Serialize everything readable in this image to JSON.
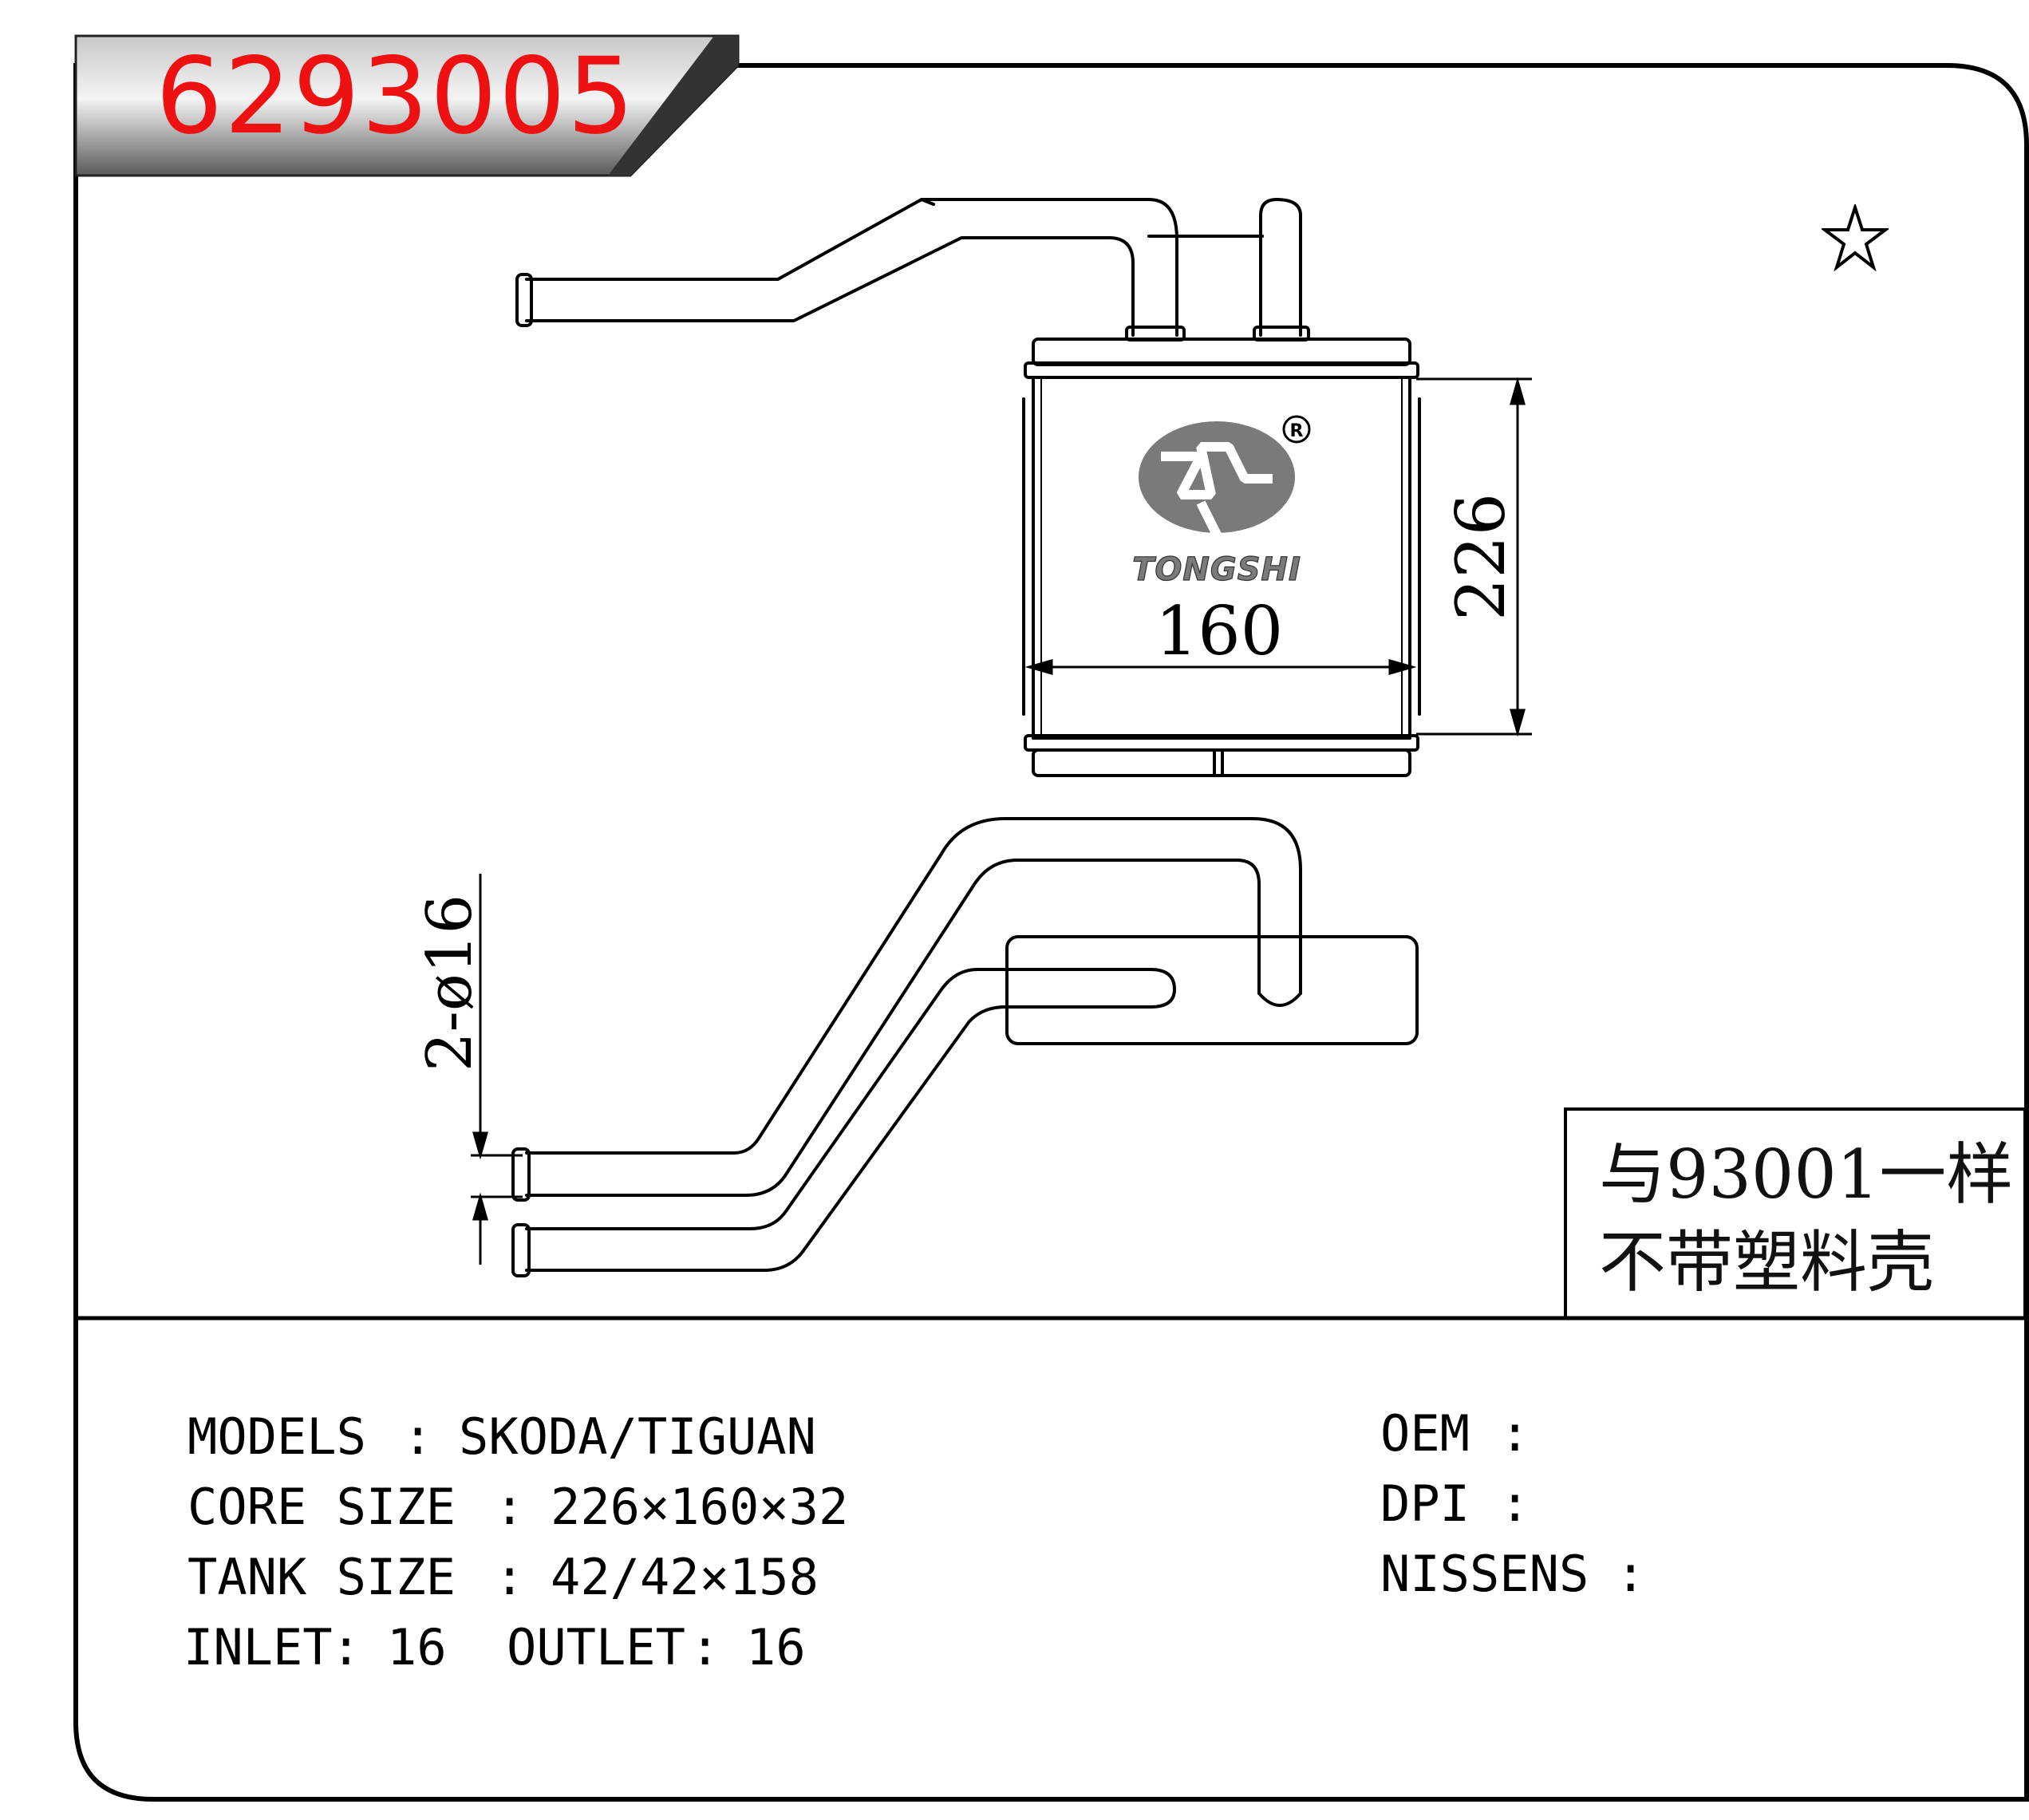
{
  "part_number": "6293005",
  "brand": {
    "name": "TONGSHI",
    "registered_mark": "R"
  },
  "dimensions": {
    "height": "226",
    "width": "160",
    "pipes": "2-ø16"
  },
  "note": {
    "line1": "与93001一样",
    "line2": "不带塑料壳"
  },
  "specs": {
    "models_label": "MODELS",
    "models_value": "SKODA/TIGUAN",
    "core_label": "CORE SIZE",
    "core_value": "226×160×32",
    "tank_label": "TANK SIZE",
    "tank_value": "42/42×158",
    "inlet_label": "INLET",
    "inlet_value": "16",
    "outlet_label": "OUTLET",
    "outlet_value": "16",
    "oem_label": "OEM",
    "dpi_label": "DPI",
    "nissens_label": "NISSENS",
    "separator": ":"
  },
  "colors": {
    "title": "#ee1111",
    "logo": "#7a7a7a",
    "ink": "#000000"
  }
}
